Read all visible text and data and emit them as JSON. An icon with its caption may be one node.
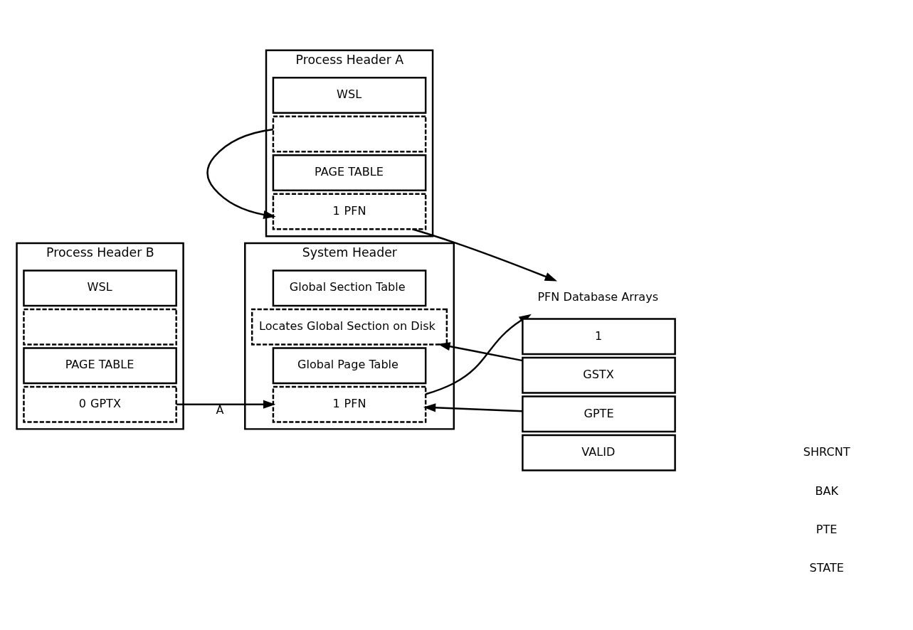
{
  "diagram": {
    "nodes": [
      {
        "text": [
          "Process Header A"
        ]
      },
      {
        "text": [
          "WSL"
        ],
        "in": 0
      },
      {
        "text": [],
        "shape": "box",
        "in": 0
      },
      {
        "text": [
          "PAGE TABLE"
        ],
        "in": 0
      },
      {
        "text": [
          "1",
          "PFN"
        ],
        "in": 0
      },
      {
        "text": [
          "Process Header B"
        ]
      },
      {
        "text": [
          "WSL"
        ],
        "in": 5
      },
      {
        "text": [],
        "shape": "box",
        "in": 5
      },
      {
        "text": [
          "PAGE TABLE"
        ],
        "in": 5
      },
      {
        "text": [
          "0",
          "GPTX"
        ],
        "in": 5
      },
      {
        "text": [
          "System Header"
        ]
      },
      {
        "text": [
          "Global Section Table"
        ],
        "in": 10
      },
      {
        "text": [
          "Locates Global Section on Disk"
        ],
        "in": 10
      },
      {
        "text": [
          "Global Page Table"
        ],
        "in": 10
      },
      {
        "text": [
          "1",
          "PFN"
        ],
        "in": 10
      },
      {
        "text": [
          "PFN Database Arrays"
        ]
      },
      {
        "text": [
          "1"
        ]
      },
      {
        "text": [
          "GSTX"
        ]
      },
      {
        "text": [
          "GPTE"
        ]
      },
      {
        "text": [
          "VALID"
        ]
      }
    ],
    "labels": [
      "SHRCNT",
      "BAK",
      "PTE",
      "STATE"
    ],
    "edges": [
      {
        "from": 2,
        "to": 4,
        "arrow": "to"
      },
      {
        "from": 4,
        "to": 15,
        "arrow": "to"
      },
      {
        "from": 14,
        "to": 15,
        "arrow": "to"
      },
      {
        "from": 9,
        "to": 14,
        "arrow": "to",
        "label": "A"
      },
      {
        "from": 17,
        "to": 12,
        "arrow": "to"
      },
      {
        "from": 18,
        "to": 14,
        "arrow": "to"
      }
    ]
  }
}
